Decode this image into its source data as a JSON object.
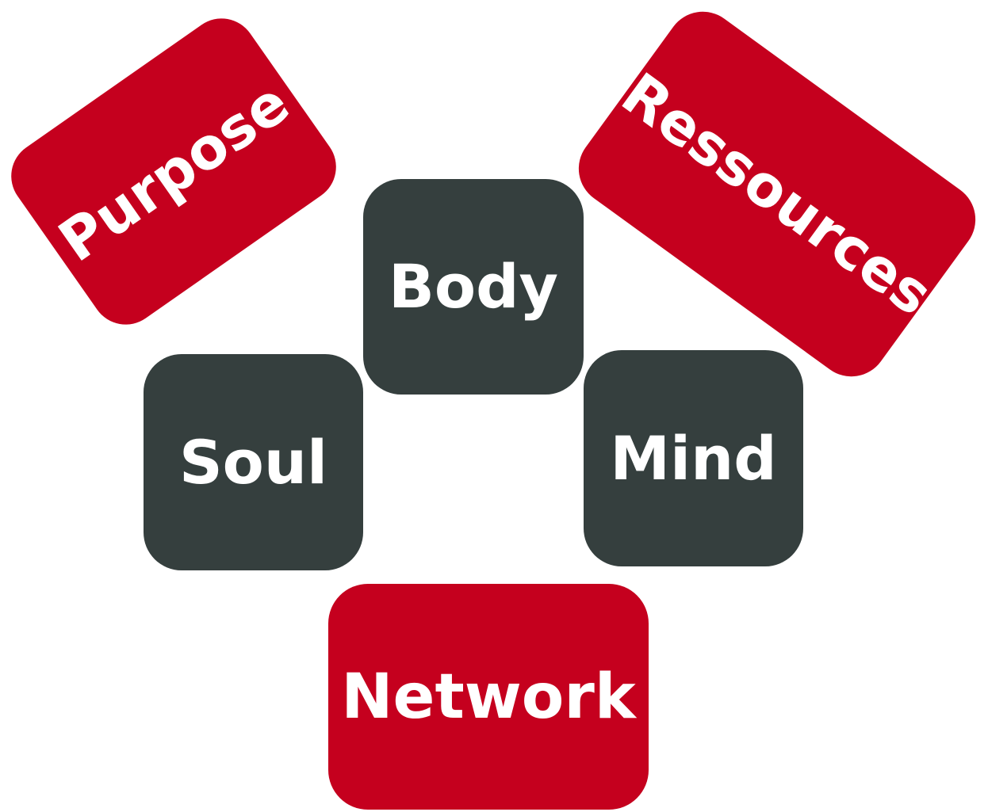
{
  "colors": {
    "red": "#c5001e",
    "dark": "#353f3e",
    "text": "#ffffff",
    "background": "#ffffff"
  },
  "tiles": {
    "purpose": {
      "label": "Purpose"
    },
    "ressources": {
      "label": "Ressources"
    },
    "body": {
      "label": "Body"
    },
    "soul": {
      "label": "Soul"
    },
    "mind": {
      "label": "Mind"
    },
    "network": {
      "label": "Network"
    }
  }
}
